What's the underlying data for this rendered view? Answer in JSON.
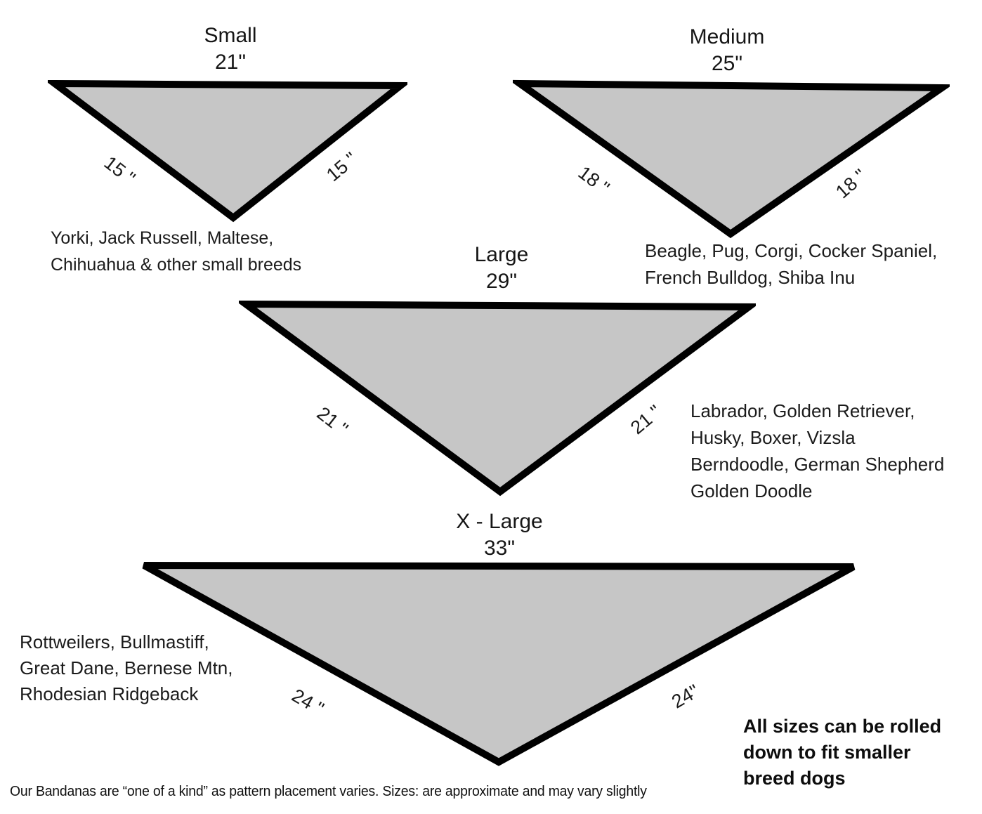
{
  "colors": {
    "triangle_fill": "#c6c6c6",
    "triangle_border": "#000000",
    "background": "#ffffff"
  },
  "sizes": [
    {
      "name": "Small",
      "neck_width": "21\"",
      "side_left": "15 \"",
      "side_right": "15 \"",
      "breeds": [
        "Yorki, Jack Russell, Maltese,",
        "Chihuahua & other small breeds"
      ]
    },
    {
      "name": "Medium",
      "neck_width": "25\"",
      "side_left": "18 \"",
      "side_right": "18 \"",
      "breeds": [
        "Beagle, Pug, Corgi, Cocker Spaniel,",
        "French Bulldog, Shiba Inu"
      ]
    },
    {
      "name": "Large",
      "neck_width": "29\"",
      "side_left": "21 \"",
      "side_right": "21 \"",
      "breeds": [
        "Labrador, Golden Retriever,",
        "Husky, Boxer, Vizsla",
        "Berndoodle, German Shepherd",
        "Golden Doodle"
      ]
    },
    {
      "name": "X - Large",
      "neck_width": "33\"",
      "side_left": "24 \"",
      "side_right": "24\"",
      "breeds": [
        "Rottweilers, Bullmastiff,",
        "Great Dane, Bernese Mtn,",
        "Rhodesian Ridgeback"
      ]
    }
  ],
  "note_lines": [
    "All sizes can be rolled",
    "down to fit smaller",
    "breed dogs"
  ],
  "disclaimer": "Our Bandanas are “one of a kind” as pattern placement varies. Sizes: are approximate and may vary slightly"
}
